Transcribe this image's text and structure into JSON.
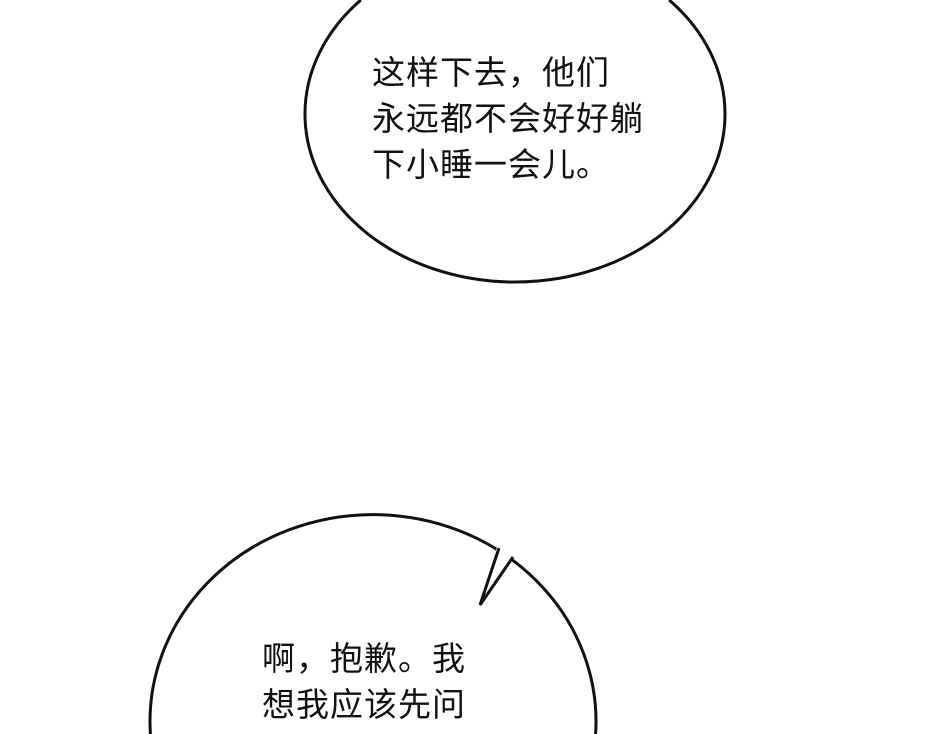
{
  "bubbles": [
    {
      "lines": [
        "这样下去，他们",
        "永远都不会好好躺",
        "下小睡一会儿。"
      ]
    },
    {
      "lines": [
        "啊，抱歉。我",
        "想我应该先问"
      ]
    }
  ],
  "colors": {
    "background": "#ffffff",
    "outline": "#111111",
    "text": "#111111"
  }
}
